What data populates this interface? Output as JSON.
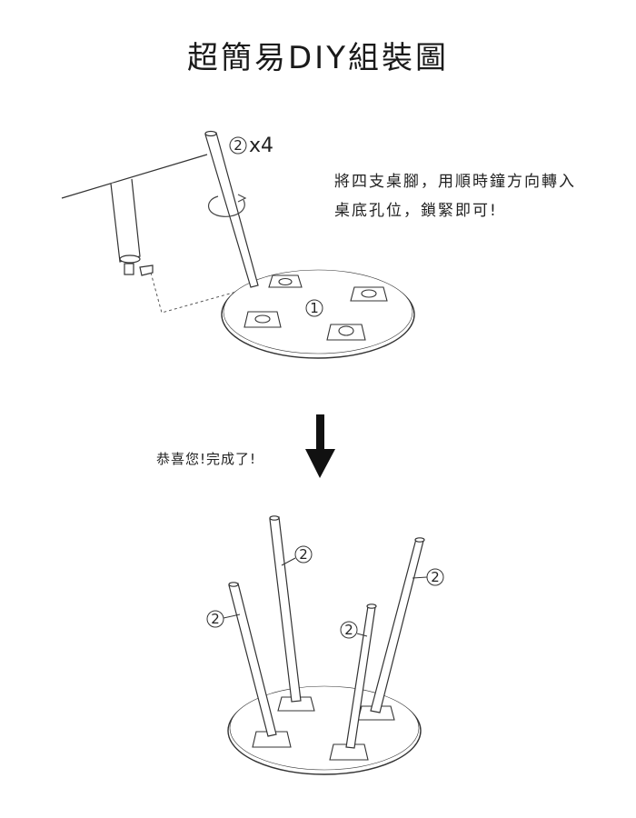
{
  "title": "超簡易DIY組裝圖",
  "instructions": {
    "line1": "將四支桌腳，用順時鐘方向轉入",
    "line2": "桌底孔位，鎖緊即可!"
  },
  "congrats": "恭喜您!完成了!",
  "labels": {
    "part1": "1",
    "part2": "2",
    "quantity": "x4"
  }
}
